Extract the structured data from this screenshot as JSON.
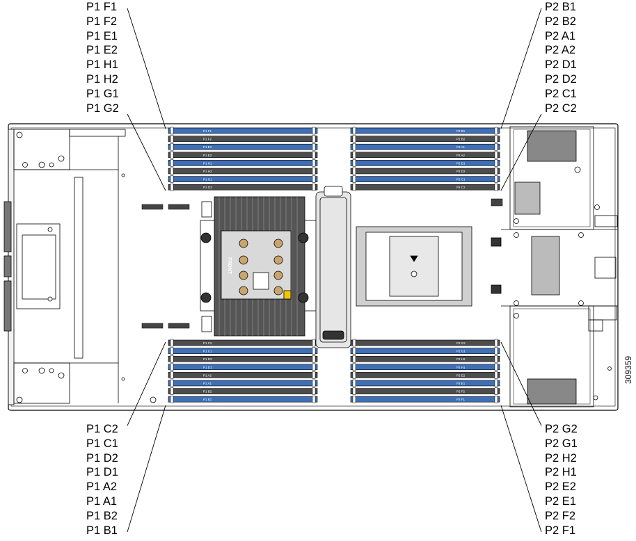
{
  "labels": {
    "top_left": [
      "P1 F1",
      "P1 F2",
      "P1 E1",
      "P1 E2",
      "P1 H1",
      "P1 H2",
      "P1 G1",
      "P1 G2"
    ],
    "top_right": [
      "P2 B1",
      "P2 B2",
      "P2 A1",
      "P2 A2",
      "P2 D1",
      "P2 D2",
      "P2 C1",
      "P2 C2"
    ],
    "bottom_left": [
      "P1 C2",
      "P1 C1",
      "P1 D2",
      "P1 D1",
      "P1 A2",
      "P1 A1",
      "P1 B2",
      "P1 B1"
    ],
    "bottom_right": [
      "P2 G2",
      "P2 G1",
      "P2 H2",
      "P2 H1",
      "P2 E2",
      "P2 E1",
      "P2 F2",
      "P2 F1"
    ]
  },
  "slot_silk": {
    "top_left": [
      "P1 F1",
      "P1 F2",
      "P1 E1",
      "P1 E2",
      "P1 H1",
      "P1 H2",
      "P1 G1",
      "P1 G2"
    ],
    "top_right": [
      "P2 B1",
      "P2 B2",
      "P2 A1",
      "P2 A2",
      "P2 D1",
      "P2 D2",
      "P2 C1",
      "P2 C2"
    ],
    "bottom_left": [
      "P1 C2",
      "P1 C1",
      "P1 D2",
      "P1 D1",
      "P1 A2",
      "P1 A1",
      "P1 B2",
      "P1 B1"
    ],
    "bottom_right": [
      "P2 G2",
      "P2 G1",
      "P2 H2",
      "P2 H1",
      "P2 E2",
      "P2 E1",
      "P2 F2",
      "P2 F1"
    ]
  },
  "silk": {
    "front": "FRONT"
  },
  "figure_id": "309359",
  "colors": {
    "blue_dimm": "#3f6fb5",
    "gray_dimm": "#4d4d4d",
    "outline": "#000000"
  }
}
